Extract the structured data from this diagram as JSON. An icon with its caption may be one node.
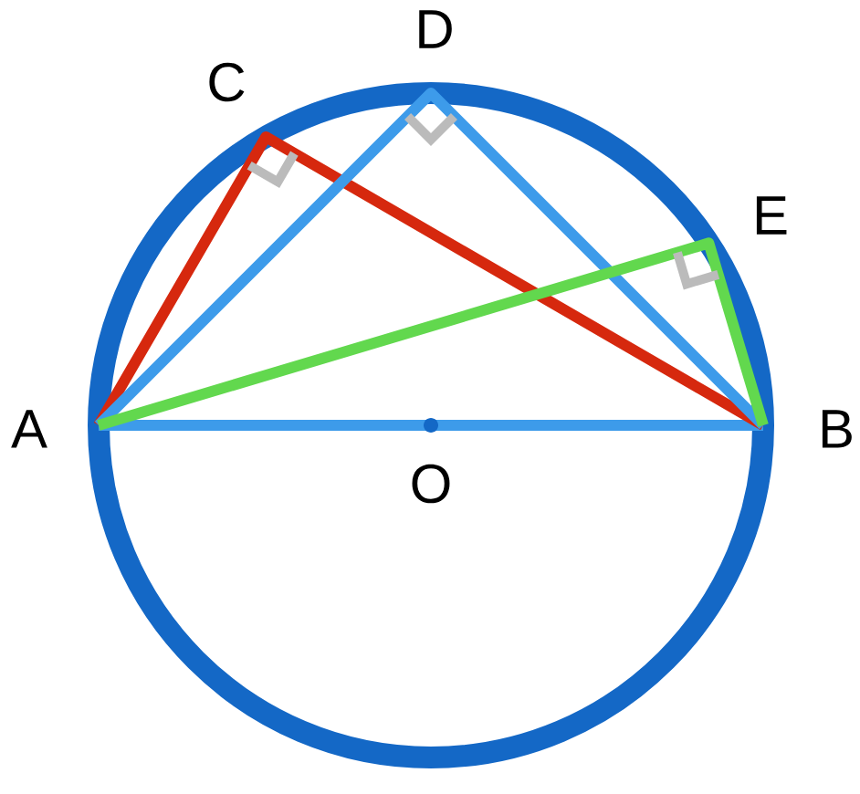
{
  "diagram": {
    "labels": [
      "C",
      "D",
      "E",
      "A",
      "B",
      "O"
    ]
  }
}
